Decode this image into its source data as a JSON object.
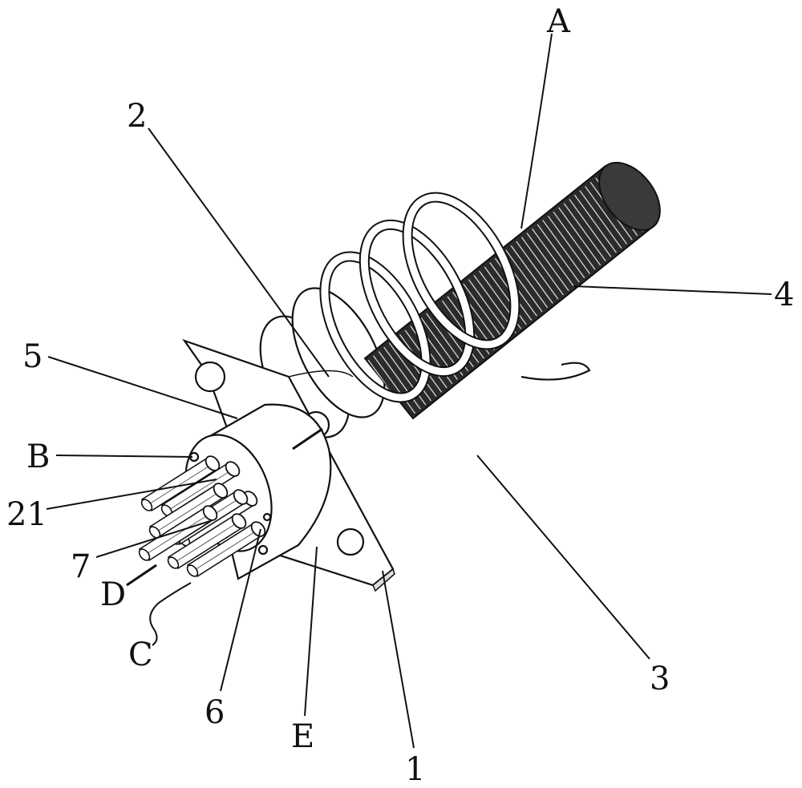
{
  "labels": {
    "A": "A",
    "two": "2",
    "four": "4",
    "five": "5",
    "B": "B",
    "twentyone": "21",
    "seven": "7",
    "D": "D",
    "C": "C",
    "six": "6",
    "E": "E",
    "one": "1",
    "three": "3"
  }
}
